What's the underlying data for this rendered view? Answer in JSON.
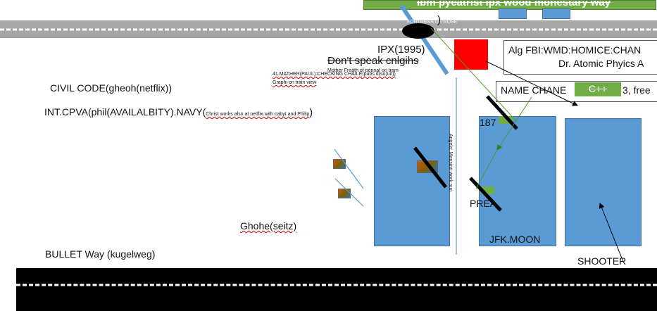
{
  "banner": {
    "text": "Ibm pycatrist ipx wood monestary way"
  },
  "labels": {
    "civil_code": "CIVIL CODE(gheoh(netflix))",
    "intcpva_main": "INT.CPVA(phil(AVAILALBITY).NAVY(",
    "intcpva_small": "Christ works also at netflix with cabyt and Philip",
    "intcpva_close": ")",
    "bullet_way": "BULLET Way (kugelweg)",
    "ghohe": "Ghohe(seitz)",
    "ipx": "IPX(1995)",
    "dont_speak": "Don't speak cnlgihs",
    "mother_note": "Mother Freath of pennat on tram",
    "mather_line": "41.MATHER(PAUL):CHECKING CHAILE(pubs d(so)uit))",
    "graphi": "Graphi on train view",
    "fortress_tiny": "FORTRESS DE ROSE",
    "alg_line": "Alg FBI:WMD:HOMICE:CHAN",
    "atomic_line": "Dr. Atomic Phyics A",
    "name_chane": "NAME CHANE",
    "free_suffix": "3, free",
    "cpp": "C++",
    "num_187": "187",
    "vertical_text": "Angela: Mansion work sun",
    "prea": "PREA",
    "jfk": "JFK.MOON",
    "shooter": "SHOOTER"
  },
  "colors": {
    "road": "#a6a6a6",
    "block_blue": "#5b9bd5",
    "green": "#70ad47",
    "red": "#ff0000"
  }
}
